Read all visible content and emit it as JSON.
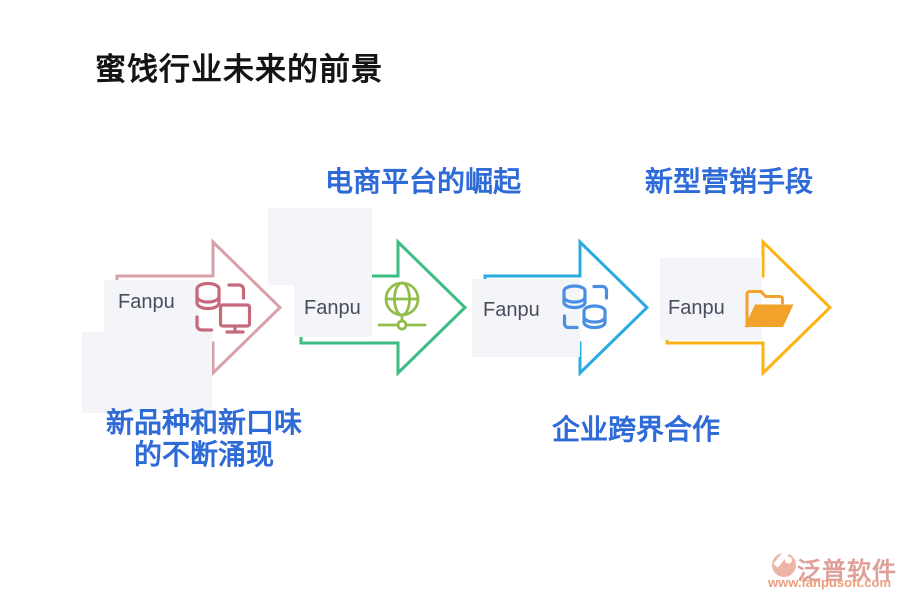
{
  "title": "蜜饯行业未来的前景",
  "captions": {
    "color": "#2f6bd7",
    "top_left": "电商平台的崛起",
    "top_right": "新型营销手段",
    "bottom_left_lines": [
      "新品种和新口味",
      "的不断涌现"
    ],
    "bottom_right": "企业跨界合作"
  },
  "steps": [
    {
      "brand": "Fanpu",
      "icon": "database-network-icon",
      "arrow_color": "#d9a0aa",
      "icon_color": "#c5697b"
    },
    {
      "brand": "Fanpu",
      "icon": "globe-network-icon",
      "arrow_color": "#3bbd83",
      "icon_color": "#92bd4d"
    },
    {
      "brand": "Fanpu",
      "icon": "database-sync-icon",
      "arrow_color": "#29abe2",
      "icon_color": "#4a90e2"
    },
    {
      "brand": "Fanpu",
      "icon": "open-folder-icon",
      "arrow_color": "#fcb316",
      "icon_color": "#f0a22b"
    }
  ],
  "watermark": {
    "name": "泛普软件",
    "url": "www.fanpusoft.com",
    "name_color": "#dfa09a",
    "url_color": "#ee9e7d"
  }
}
